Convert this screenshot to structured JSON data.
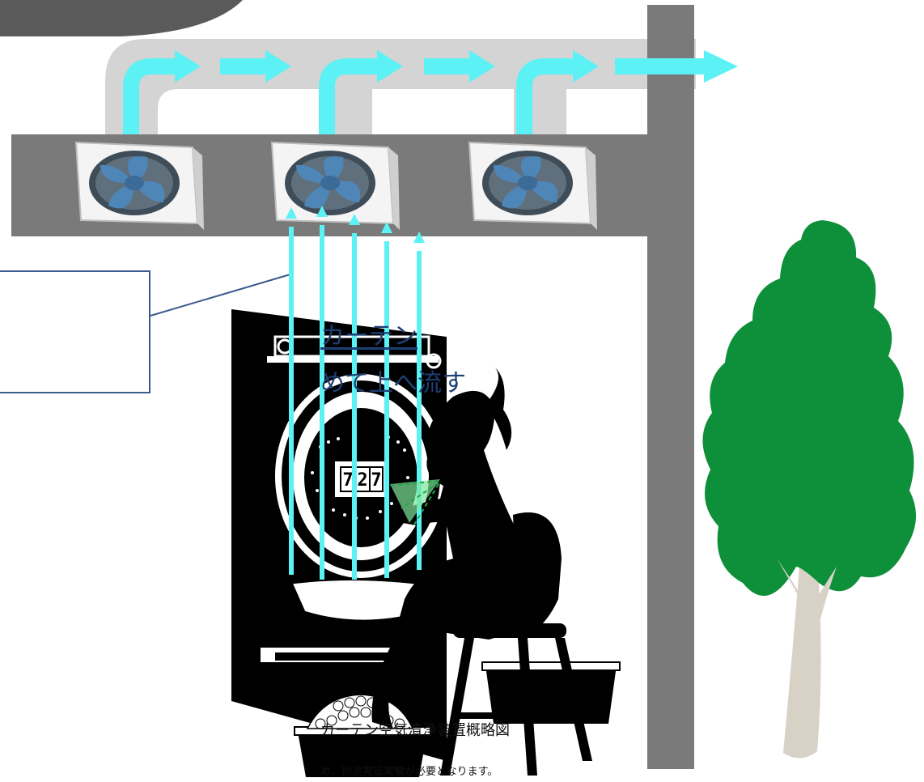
{
  "callout": {
    "title": "カーテン",
    "subtitle": "めて上へ流す"
  },
  "caption": "カーテン空気清浄装置概略図",
  "footnote": "め、別途実証実験が必要となります。",
  "slot_display": [
    "7",
    "2",
    "7"
  ],
  "colors": {
    "airflow": "#5cf2f5",
    "wall": "#7a7a7a",
    "duct": "#d4d4d4",
    "fan_blade": "#4f86b8",
    "tree_leaves": "#0e8f3a",
    "tree_trunk": "#d8d2c6",
    "silhouette": "#000000",
    "callout_border": "#3c5a8c",
    "callout_text": "#1e3f74"
  }
}
